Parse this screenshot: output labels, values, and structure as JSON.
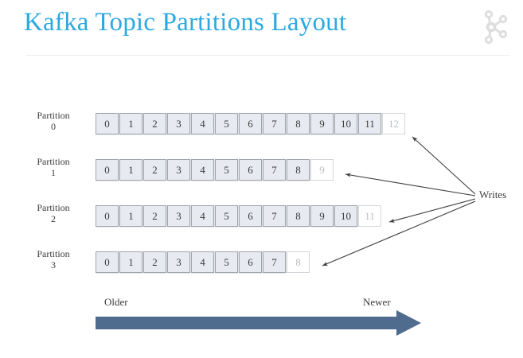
{
  "slide": {
    "title": "Kafka Topic Partitions Layout",
    "title_color": "#2BA9E0",
    "logo_icon": "kafka-logo-icon",
    "logo_color": "#DEDEDE",
    "divider_color": "#EDEDED",
    "background": "#FFFFFF"
  },
  "diagram": {
    "cell_fill_color": "#E7EBF1",
    "cell_border_color": "#9FA5AC",
    "empty_cell_fill_color": "#FFFFFF",
    "empty_cell_text_color": "#B9BDC2",
    "partitions": [
      {
        "name": "Partition",
        "index": "0",
        "filled": [
          "0",
          "1",
          "2",
          "3",
          "4",
          "5",
          "6",
          "7",
          "8",
          "9",
          "10",
          "11"
        ],
        "next_offset": "12"
      },
      {
        "name": "Partition",
        "index": "1",
        "filled": [
          "0",
          "1",
          "2",
          "3",
          "4",
          "5",
          "6",
          "7",
          "8"
        ],
        "next_offset": "9"
      },
      {
        "name": "Partition",
        "index": "2",
        "filled": [
          "0",
          "1",
          "2",
          "3",
          "4",
          "5",
          "6",
          "7",
          "8",
          "9",
          "10"
        ],
        "next_offset": "11"
      },
      {
        "name": "Partition",
        "index": "3",
        "filled": [
          "0",
          "1",
          "2",
          "3",
          "4",
          "5",
          "6",
          "7"
        ],
        "next_offset": "8"
      }
    ],
    "writes_label": "Writes",
    "writes_arrow_color": "#3C3C3C",
    "time_axis": {
      "older_label": "Older",
      "newer_label": "Newer",
      "arrow_color": "#4F6B8E"
    }
  }
}
